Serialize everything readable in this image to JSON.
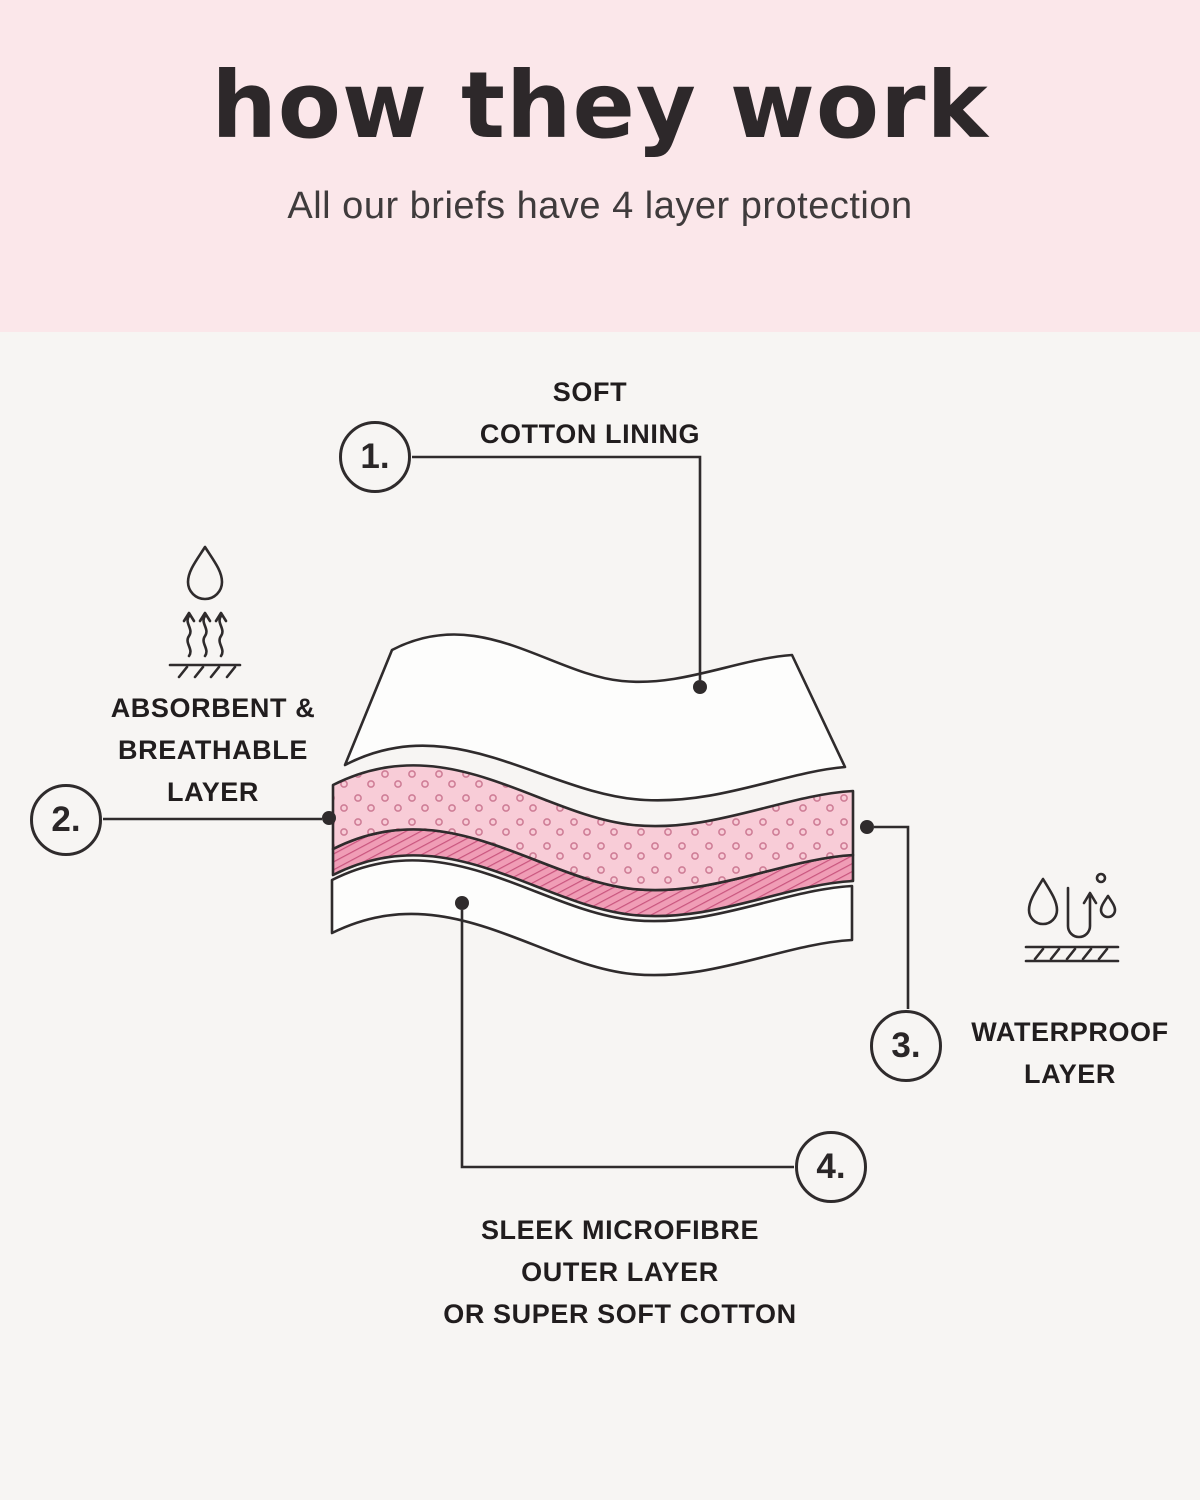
{
  "header": {
    "title": "how they work",
    "subtitle": "All our briefs have 4 layer protection"
  },
  "diagram": {
    "callouts": [
      {
        "num": "1.",
        "label_lines": [
          "SOFT",
          "COTTON LINING"
        ]
      },
      {
        "num": "2.",
        "label_lines": [
          "ABSORBENT &",
          "BREATHABLE",
          "LAYER"
        ]
      },
      {
        "num": "3.",
        "label_lines": [
          "WATERPROOF",
          "LAYER"
        ]
      },
      {
        "num": "4.",
        "label_lines": [
          "SLEEK MICROFIBRE",
          "OUTER LAYER",
          "OR SUPER SOFT COTTON"
        ]
      }
    ],
    "colors": {
      "banner_bg": "#fbe7ea",
      "page_bg": "#f7f5f3",
      "absorbent_layer": "#f8ccd7",
      "waterproof_layer": "#f09db6",
      "outline": "#2f2b2c"
    }
  }
}
